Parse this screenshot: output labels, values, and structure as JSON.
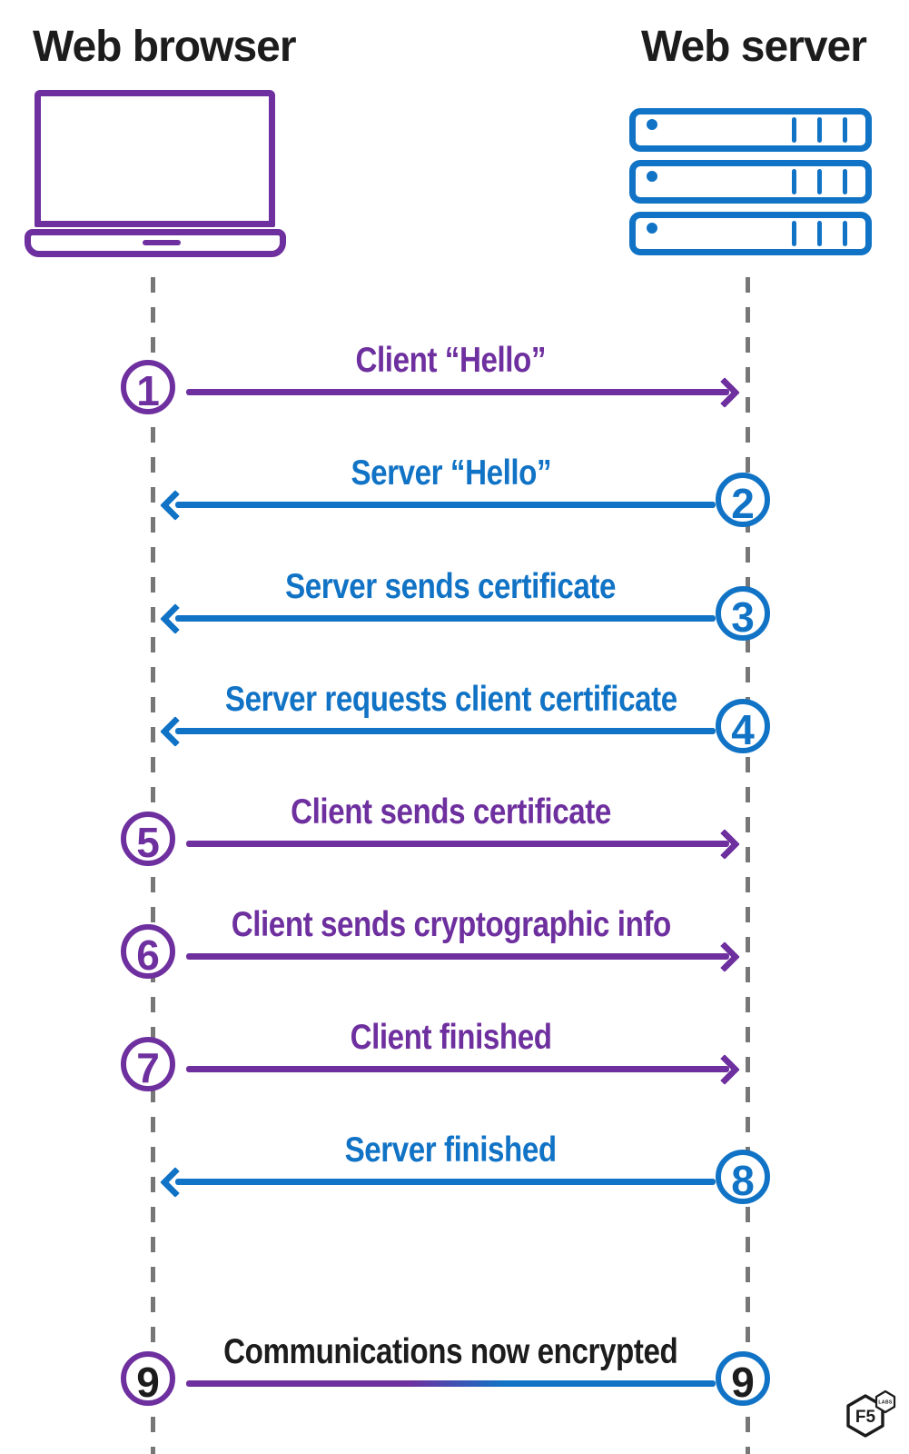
{
  "actors": {
    "client": {
      "name": "Web browser",
      "icon": "laptop-icon"
    },
    "server": {
      "name": "Web server",
      "icon": "server-rack-icon"
    }
  },
  "colors": {
    "client_purple": "#6E2F9F",
    "server_blue": "#1173C5",
    "lifeline_gray": "#777777",
    "text_black": "#1C1C1C"
  },
  "messages": [
    {
      "num": "1",
      "label": "Client “Hello”",
      "from": "client",
      "color": "purple"
    },
    {
      "num": "2",
      "label": "Server “Hello”",
      "from": "server",
      "color": "blue"
    },
    {
      "num": "3",
      "label": "Server sends certificate",
      "from": "server",
      "color": "blue"
    },
    {
      "num": "4",
      "label": "Server requests client certificate",
      "from": "server",
      "color": "blue"
    },
    {
      "num": "5",
      "label": "Client sends certificate",
      "from": "client",
      "color": "purple"
    },
    {
      "num": "6",
      "label": "Client sends cryptographic info",
      "from": "client",
      "color": "purple"
    },
    {
      "num": "7",
      "label": "Client finished",
      "from": "client",
      "color": "purple"
    },
    {
      "num": "8",
      "label": "Server finished",
      "from": "server",
      "color": "blue"
    },
    {
      "num": "9",
      "label": "Communications now encrypted",
      "from": "both",
      "color": "black"
    }
  ],
  "logo": {
    "brand": "F5",
    "sub": "LABS"
  }
}
